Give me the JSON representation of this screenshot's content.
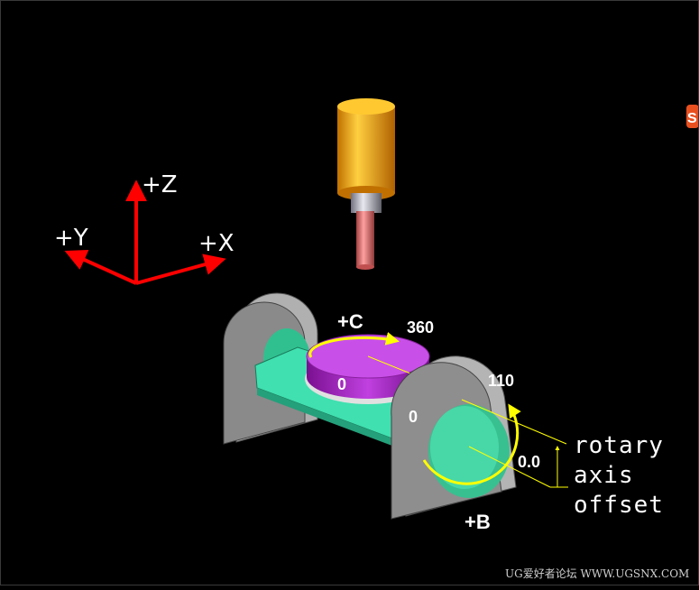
{
  "axes": {
    "z_label": "+Z",
    "y_label": "+Y",
    "x_label": "+X",
    "color": "#ff0000"
  },
  "rotation_c": {
    "label": "+C",
    "start_value": "0",
    "end_value": "360"
  },
  "rotation_b": {
    "label": "+B",
    "start_value": "0",
    "end_value": "110"
  },
  "offset": {
    "value": "0.0",
    "note_line1": "rotary",
    "note_line2": "axis",
    "note_line3": "offset"
  },
  "watermark": {
    "text": "UG爱好者论坛 WWW.UGSNX.COM"
  },
  "colors": {
    "background": "#000000",
    "tool_holder": "#f0a000",
    "spindle": "#c8c8d0",
    "tool": "#e07070",
    "rotary_table": "#a020c0",
    "trunnion_bed": "#40e0b0",
    "support": "#909090",
    "arrow": "#ffff00"
  },
  "icons": {
    "corner_logo": "sohu-badge-icon",
    "corner_logo_text": "S"
  }
}
